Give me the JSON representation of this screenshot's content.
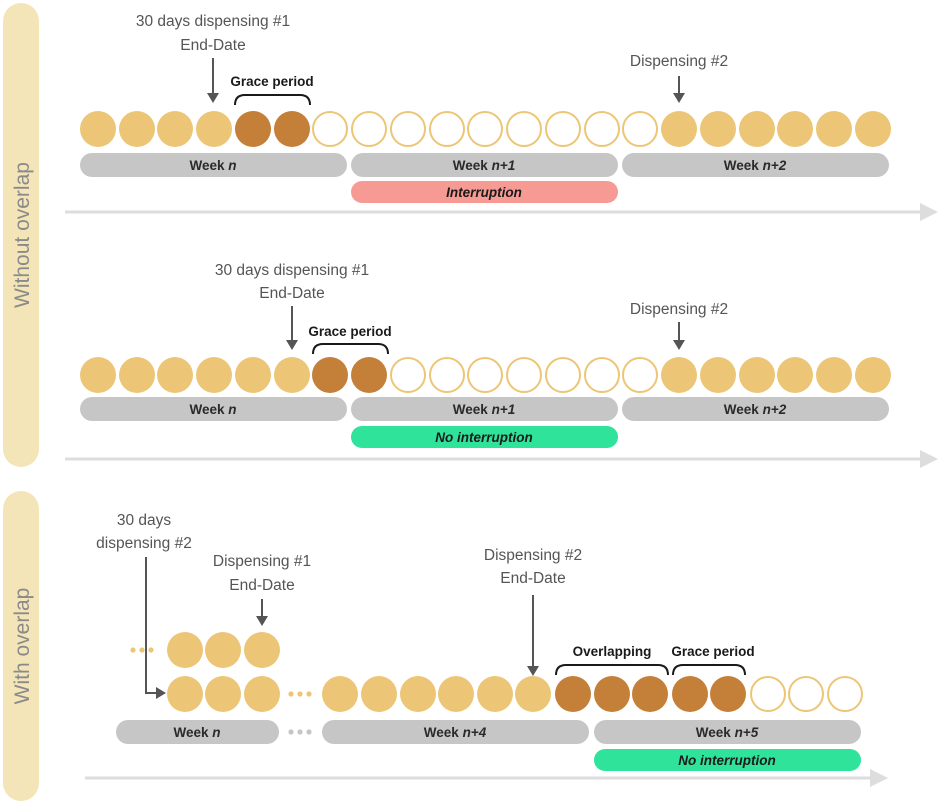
{
  "colors": {
    "pill_filled": "#ECC676",
    "pill_grace": "#C47F38",
    "pill_empty_stroke": "#ECC676",
    "week_bar": "#C6C6C6",
    "interruption": "#F79A93",
    "no_interruption": "#2FE39A",
    "side_band": "#F3E5B8",
    "timeline_axis": "#DDDDDD"
  },
  "side_labels": {
    "without": "Without overlap",
    "with": "With overlap"
  },
  "panel1": {
    "end_label_line1": "30 days dispensing #1",
    "end_label_line2": "End-Date",
    "grace_label": "Grace period",
    "dispensing2_label": "Dispensing #2",
    "week_n_prefix": "Week ",
    "week_n_var": "n",
    "week_n1_var": "n+1",
    "week_n2_var": "n+2",
    "status": "Interruption"
  },
  "panel2": {
    "end_label_line1": "30 days dispensing #1",
    "end_label_line2": "End-Date",
    "grace_label": "Grace period",
    "dispensing2_label": "Dispensing #2",
    "week_n_prefix": "Week ",
    "week_n_var": "n",
    "week_n1_var": "n+1",
    "week_n2_var": "n+2",
    "status": "No interruption"
  },
  "panel3": {
    "disp2_line1": "30 days",
    "disp2_line2": "dispensing #2",
    "disp1_end_line1": "Dispensing #1",
    "disp1_end_line2": "End-Date",
    "disp2_end_line1": "Dispensing #2",
    "disp2_end_line2": "End-Date",
    "overlapping_label": "Overlapping",
    "grace_label": "Grace period",
    "week_n_prefix": "Week ",
    "week_n_var": "n",
    "week_n4_var": "n+4",
    "week_n5_var": "n+5",
    "status": "No interruption"
  }
}
